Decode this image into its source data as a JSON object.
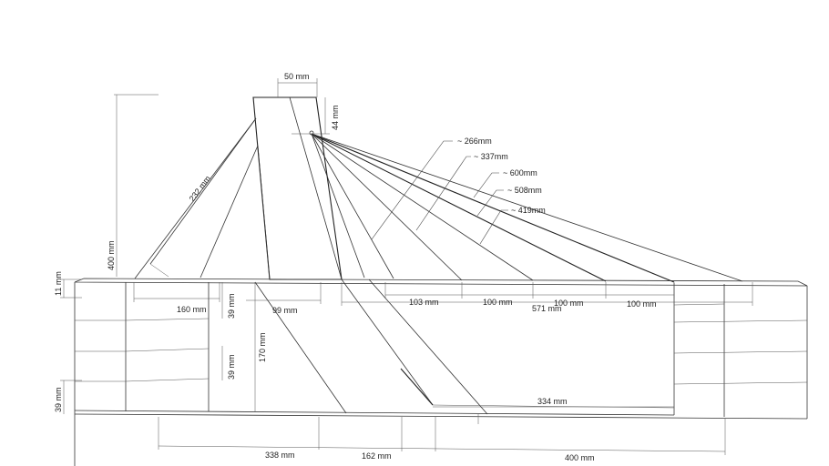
{
  "dimensions": {
    "top_width": "50 mm",
    "top_height": "44 mm",
    "pylon_height": "400 mm",
    "left_stay": "232 mm",
    "deck_thickness": "11 mm",
    "base_thickness": "39 mm",
    "span_160": "160 mm",
    "girder_39a": "39 mm",
    "girder_39b": "39 mm",
    "span_99": "99 mm",
    "depth_170": "170 mm",
    "span_103": "103 mm",
    "span_100a": "100 mm",
    "span_100b": "100 mm",
    "span_100c": "100 mm",
    "total_571": "571 mm",
    "strut_334": "334 mm",
    "bottom_338": "338 mm",
    "bottom_162": "162 mm",
    "bottom_400": "400 mm"
  },
  "cables": {
    "c266": "~ 266mm",
    "c337": "~ 337mm",
    "c600": "~ 600mm",
    "c508": "~ 508mm",
    "c419": "~ 419mm"
  }
}
